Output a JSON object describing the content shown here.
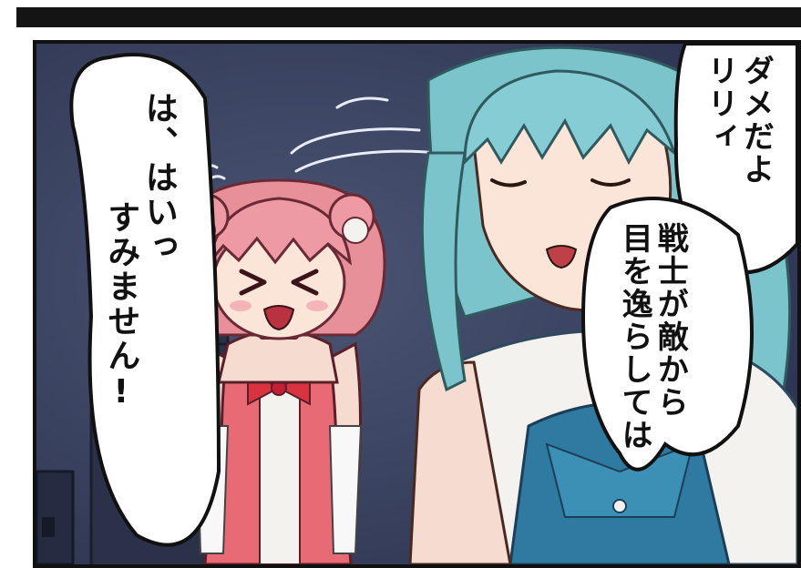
{
  "colors": {
    "background": "#3a4260",
    "panel_border": "#111111",
    "pink_hair": "#e8909a",
    "blue_hair": "#7cc4cc",
    "pink_dress": "#e86a74",
    "blue_outfit": "#2f7aa0"
  },
  "speech": {
    "left_bubble": {
      "line1": "は、はいっ",
      "line2": "すみません!"
    },
    "right_top_bubble": {
      "line1": "ダメだよ",
      "line2": "リリィ"
    },
    "right_main_bubble": {
      "line1": "戦士が敵から",
      "line2": "目を逸らしては"
    }
  }
}
